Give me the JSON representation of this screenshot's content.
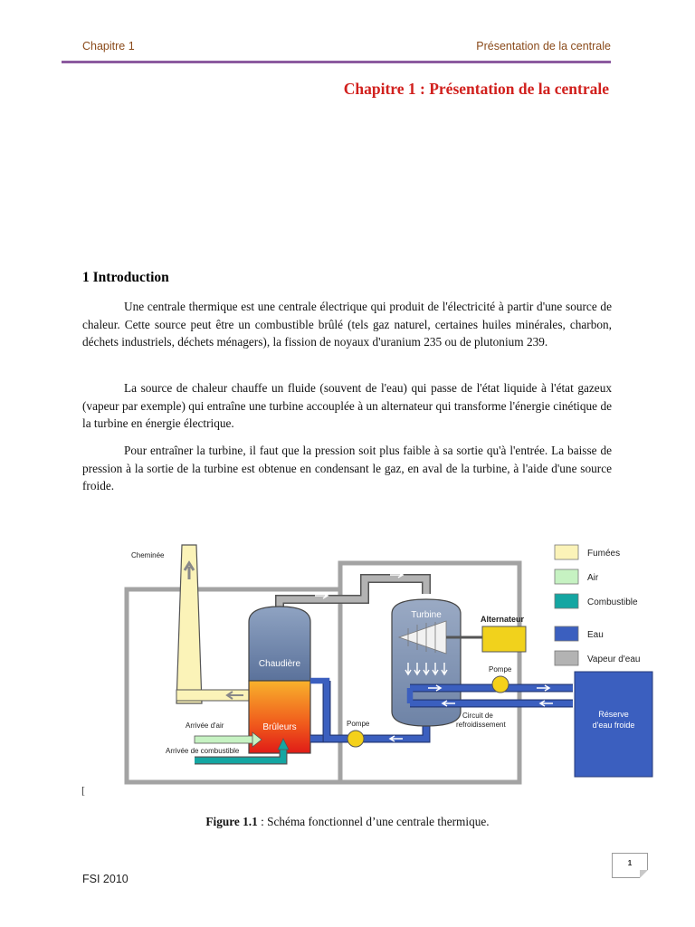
{
  "header": {
    "left": "Chapitre 1",
    "right": "Présentation de la centrale",
    "rule_color": "#8c5a9f"
  },
  "chapter_title": "Chapitre 1 : Présentation de la centrale",
  "section": {
    "title": "1 Introduction",
    "paragraphs": [
      "Une centrale thermique est une centrale électrique qui produit de l'électricité à partir d'une source de chaleur. Cette source peut être un combustible brûlé (tels gaz naturel, certaines huiles minérales, charbon, déchets industriels, déchets ménagers), la fission de noyaux d'uranium 235 ou de plutonium 239.",
      "La source de chaleur chauffe un fluide (souvent de l'eau) qui passe de l'état liquide à l'état gazeux (vapeur par exemple) qui entraîne une turbine accouplée à un alternateur qui transforme l'énergie cinétique de la turbine en énergie électrique.",
      "Pour entraîner la turbine, il faut que la pression soit plus faible à sa sortie qu'à l'entrée. La baisse de pression à la sortie de la turbine est obtenue en condensant le gaz, en aval de la turbine, à l'aide d'une source froide."
    ]
  },
  "diagram": {
    "labels": {
      "chimney": "Cheminée",
      "boiler": "Chaudière",
      "burners": "Brûleurs",
      "air_in": "Arrivée d'air",
      "fuel_in": "Arrivée de combustible",
      "pump_left": "Pompe",
      "turbine": "Turbine",
      "alternator": "Alternateur",
      "pump_right": "Pompe",
      "cooling_circuit_1": "Circuit de",
      "cooling_circuit_2": "refroidissement",
      "cold_reservoir_1": "Réserve",
      "cold_reservoir_2": "d'eau froide"
    },
    "legend": [
      {
        "label": "Fumées",
        "color": "#fbf3b8"
      },
      {
        "label": "Air",
        "color": "#c6f2c2"
      },
      {
        "label": "Combustible",
        "color": "#14a6a2"
      },
      {
        "label": "Eau",
        "color": "#3b5fbf"
      },
      {
        "label": "Vapeur d'eau",
        "color": "#b3b3b3"
      }
    ],
    "colors": {
      "steel": "#6f86a8",
      "water": "#3b5fbf",
      "frame": "#a3a3a3",
      "alternator": "#f1d21c",
      "pump": "#f4d11a"
    }
  },
  "bracket": "[",
  "caption": {
    "label": "Figure 1.1",
    "text": " : Schéma fonctionnel d’une centrale thermique."
  },
  "page_number": "1",
  "footer": "FSI 2010"
}
